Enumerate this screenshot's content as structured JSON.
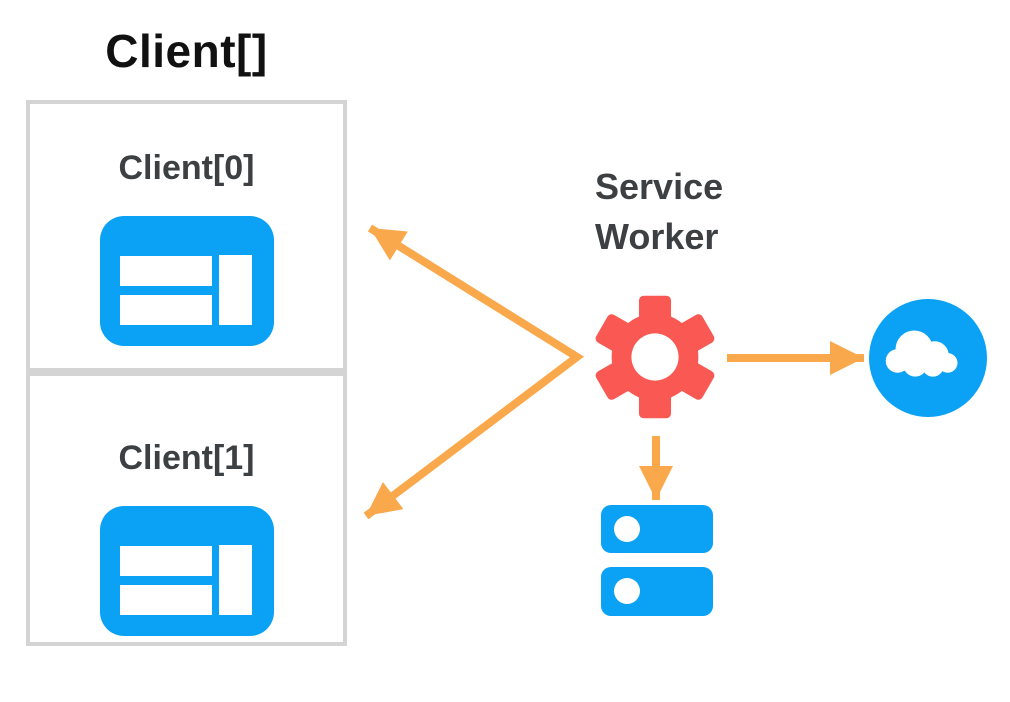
{
  "diagram": {
    "title": "Client[]",
    "clients": [
      {
        "label": "Client[0]",
        "icon": "browser-window-icon"
      },
      {
        "label": "Client[1]",
        "icon": "browser-window-icon"
      }
    ],
    "service_worker": {
      "line1": "Service",
      "line2": "Worker",
      "icon": "gear-icon"
    },
    "network": {
      "icon": "cloud-icon"
    },
    "storage": {
      "icon": "database-icon"
    },
    "connections": [
      {
        "from": "service-worker",
        "to": "client-0",
        "style": "arrow"
      },
      {
        "from": "service-worker",
        "to": "client-1",
        "style": "arrow"
      },
      {
        "from": "service-worker",
        "to": "cloud-network",
        "style": "arrow"
      },
      {
        "from": "service-worker",
        "to": "storage-database",
        "style": "arrow"
      }
    ]
  },
  "colors": {
    "blue": "#0ba1f5",
    "red": "#fa5853",
    "orange": "#f9a94b",
    "border": "#d4d4d4",
    "text_dark": "#3c4043",
    "title": "#111111"
  }
}
